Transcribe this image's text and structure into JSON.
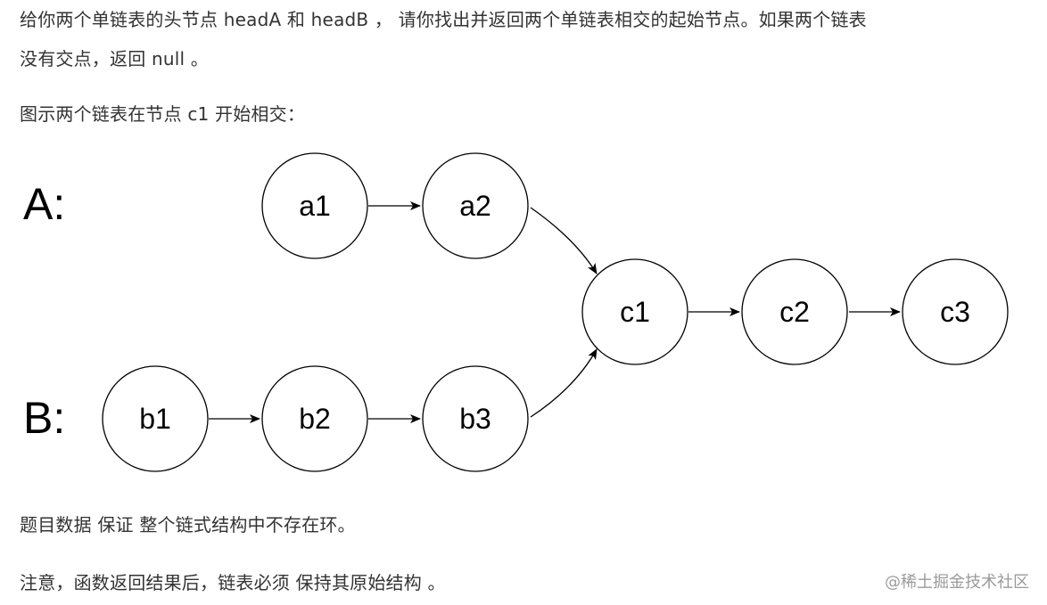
{
  "problem": {
    "paragraph1": "给你两个单链表的头节点 headA 和 headB ， 请你找出并返回两个单链表相交的起始节点。如果两个链表",
    "paragraph1_cont": "没有交点，返回 null 。",
    "paragraph2": "图示两个链表在节点 c1 开始相交：",
    "paragraph3": "题目数据 保证 整个链式结构中不存在环。",
    "paragraph4": "注意，函数返回结果后，链表必须 保持其原始结构 。"
  },
  "watermark": "@稀土掘金技术社区",
  "diagram": {
    "list_labels": [
      "A:",
      "B:"
    ],
    "nodes": [
      "a1",
      "a2",
      "b1",
      "b2",
      "b3",
      "c1",
      "c2",
      "c3"
    ],
    "edges": [
      [
        "a1",
        "a2"
      ],
      [
        "a2",
        "c1"
      ],
      [
        "b1",
        "b2"
      ],
      [
        "b2",
        "b3"
      ],
      [
        "b3",
        "c1"
      ],
      [
        "c1",
        "c2"
      ],
      [
        "c2",
        "c3"
      ]
    ]
  }
}
